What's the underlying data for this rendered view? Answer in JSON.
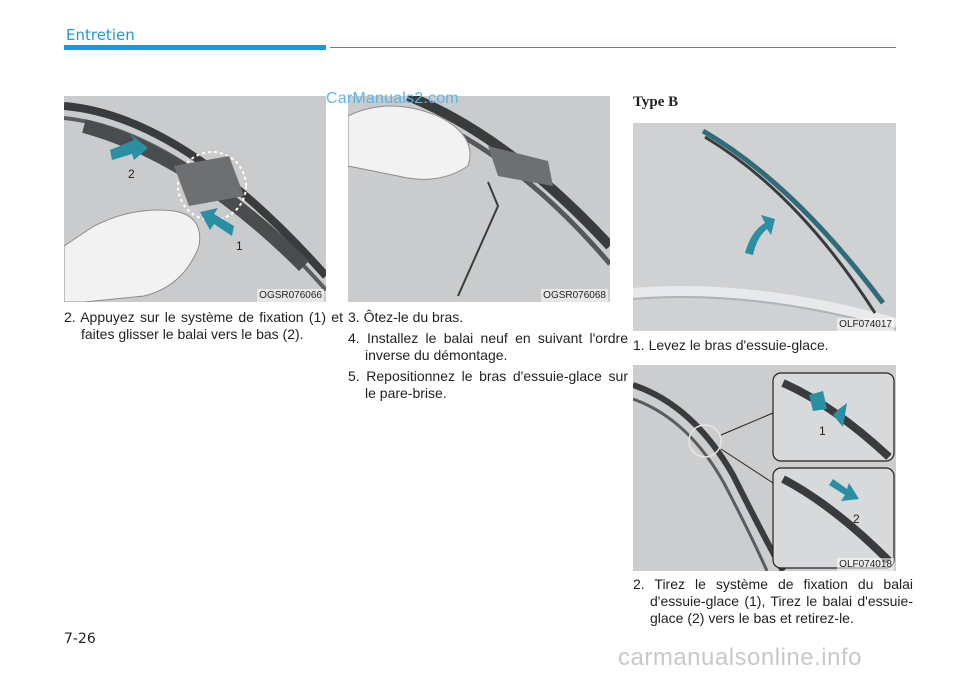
{
  "header": {
    "section": "Entretien"
  },
  "watermark": "CarManuals2.com",
  "figures": [
    {
      "code": "OGSR076066",
      "callouts": [
        "1",
        "2"
      ]
    },
    {
      "code": "OGSR076068"
    },
    {
      "code": "OLF074017"
    },
    {
      "code": "OLF074018",
      "callouts": [
        "1",
        "2"
      ]
    }
  ],
  "steps": {
    "s2": "2. Appuyez sur le système de fixation (1) et faites glisser le balai vers le bas (2).",
    "s3": "3. Ôtez-le du bras.",
    "s4": "4. Installez le balai neuf en suivant l'ordre inverse du démontage.",
    "s5": "5. Repositionnez le bras d'essuie-glace sur le pare-brise."
  },
  "type_b": {
    "heading": "Type B",
    "step1": "1. Levez le bras d'essuie-glace.",
    "step2": "2. Tirez le système de fixation du balai d'essuie-glace (1), Tirez le balai d'essuie-glace (2) vers le bas et retirez-le."
  },
  "page_number": "7-26",
  "footer_watermark": "carmanualsonline.info",
  "colors": {
    "accent": "#1a9ad6",
    "arrow_teal": "#2a8fa3"
  }
}
